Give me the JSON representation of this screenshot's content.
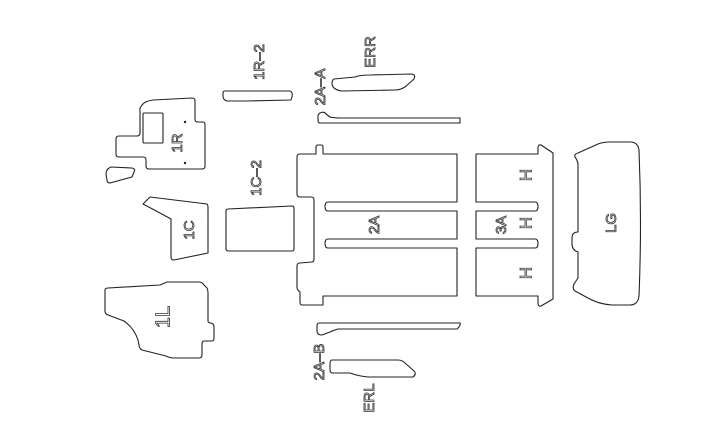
{
  "diagram": {
    "pieces": [
      {
        "id": "1R",
        "label": "1R"
      },
      {
        "id": "1R-2",
        "label": "1R–2"
      },
      {
        "id": "ERR",
        "label": "ERR"
      },
      {
        "id": "2A-A",
        "label": "2A–A"
      },
      {
        "id": "1C",
        "label": "1C"
      },
      {
        "id": "1C-2",
        "label": "1C–2"
      },
      {
        "id": "2A",
        "label": "2A"
      },
      {
        "id": "3A",
        "label": "3A"
      },
      {
        "id": "LG",
        "label": "LG"
      },
      {
        "id": "1L",
        "label": "1L"
      },
      {
        "id": "2A-B",
        "label": "2A–B"
      },
      {
        "id": "ERL",
        "label": "ERL"
      }
    ],
    "marks": {
      "h": "H"
    }
  }
}
